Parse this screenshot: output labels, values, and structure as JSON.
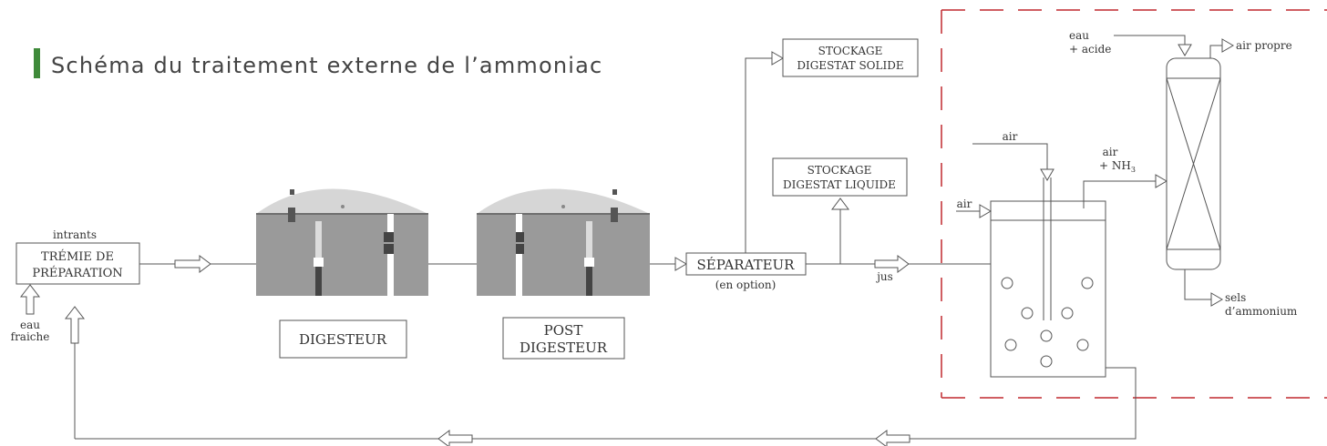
{
  "title": "Schéma du traitement externe de l’ammoniac",
  "colors": {
    "accent": "#3f8a3a",
    "line": "#555555",
    "tank_body": "#9a9a9a",
    "tank_roof": "#d6d6d6",
    "dashed_boundary": "#c0282f"
  },
  "labels": {
    "intrants": "intrants",
    "tremie_line1": "TRÉMIE DE",
    "tremie_line2": "PRÉPARATION",
    "eau": "eau",
    "fraiche": "fraiche",
    "digesteur": "DIGESTEUR",
    "post_line1": "POST",
    "post_line2": "DIGESTEUR",
    "separateur": "SÉPARATEUR",
    "en_option": "(en option)",
    "stock_solide_line1": "STOCKAGE",
    "stock_solide_line2": "DIGESTAT SOLIDE",
    "stock_liquide_line1": "STOCKAGE",
    "stock_liquide_line2": "DIGESTAT LIQUIDE",
    "jus": "jus",
    "air_top": "air",
    "air_left": "air",
    "air_nh3": "air",
    "nh3_prefix": "+ NH",
    "nh3_sub": "3",
    "eau_acide_line1": "eau",
    "eau_acide_line2": "+ acide",
    "air_propre": "air propre",
    "sels_line1": "sels",
    "sels_line2": "d’ammonium"
  }
}
